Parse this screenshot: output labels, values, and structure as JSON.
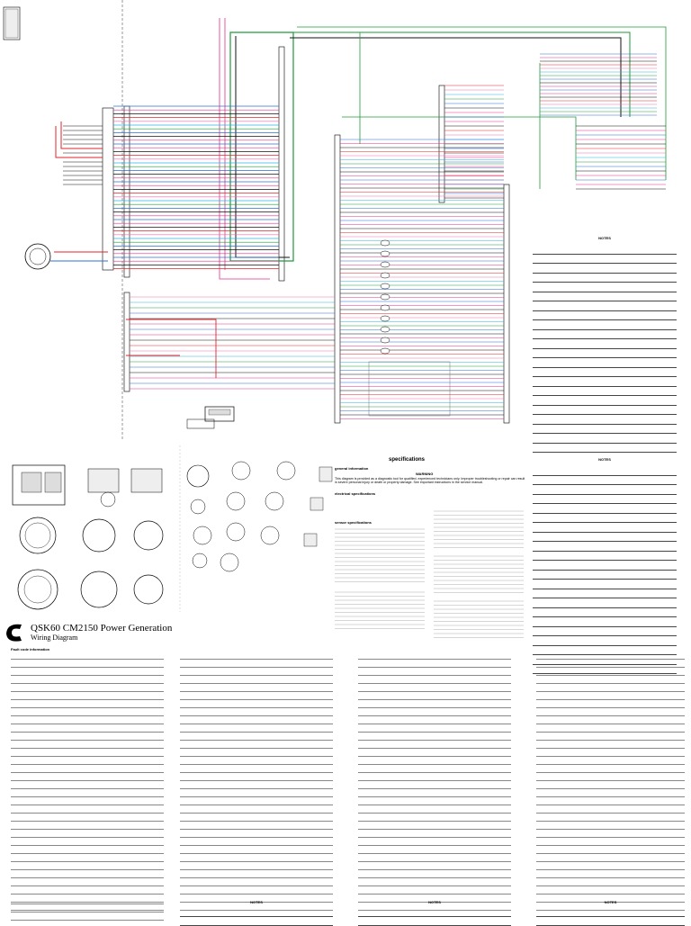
{
  "title_block": {
    "logo_letter": "C",
    "title": "QSK60 CM2150 Power Generation",
    "subtitle": "Wiring Diagram"
  },
  "labels": {
    "notes_top": "NOTES",
    "notes_mid": "NOTES",
    "notes_bottom": [
      "NOTES",
      "NOTES",
      "NOTES"
    ],
    "specifications": "specifications",
    "general_information": "general information",
    "warning": "WARNING",
    "warning_text": "This diagram is provided as a diagnostic tool for qualified, experienced technicians only. Improper troubleshooting or repair can result in severe personal injury or death or property damage. See important instructions in the service manual.",
    "electrical_specifications": "electrical specifications",
    "sensor_specifications": "sensor specifications",
    "fault_code_information": "Fault code information"
  },
  "colors": {
    "red": "#e2262b",
    "green": "#1f9a3a",
    "blue": "#2b6fd6",
    "magenta": "#e0318c",
    "black": "#111111",
    "pink": "#f06aa8",
    "cyan": "#2fb4e0"
  }
}
